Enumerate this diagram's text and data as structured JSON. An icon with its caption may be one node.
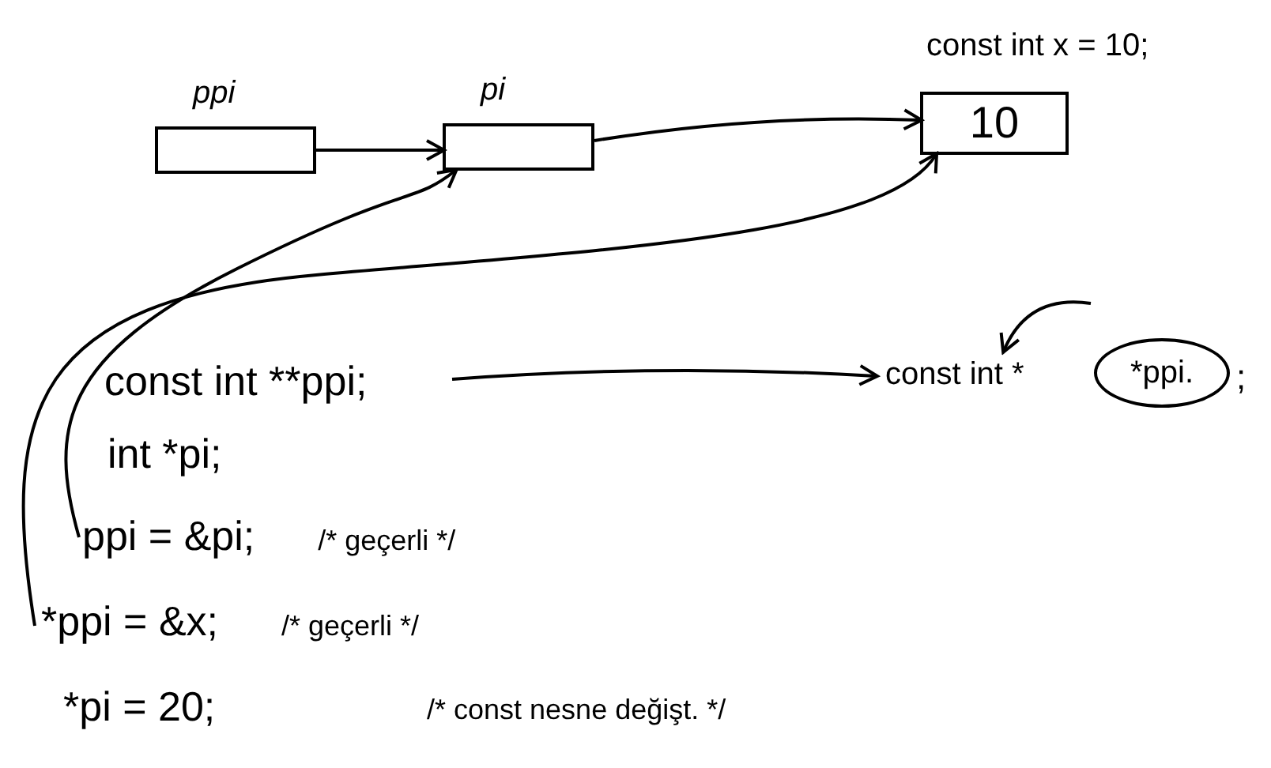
{
  "diagram": {
    "nodes": [
      {
        "text": [
          "ppi"
        ]
      },
      {
        "text": [
          "pi"
        ]
      },
      {
        "text": [
          "10"
        ],
        "beside": [
          "const int x = 10;"
        ]
      },
      {
        "text": [
          "const int **ppi;"
        ]
      },
      {
        "text": [
          "const int *"
        ]
      },
      {
        "text": [
          "*ppi."
        ],
        "beside": [
          ";"
        ]
      },
      {
        "text": [
          "ppi = &pi;",
          "/* geçerli */"
        ]
      },
      {
        "text": [
          "*ppi = &x;",
          "/* geçerli */"
        ]
      }
    ],
    "edges": [
      {
        "from": 0,
        "to": 1,
        "arrow": "to"
      },
      {
        "from": 1,
        "to": 2,
        "arrow": "to"
      },
      {
        "from": 6,
        "to": 1,
        "arrow": "to"
      },
      {
        "from": 7,
        "to": 2,
        "arrow": "to"
      },
      {
        "from": 3,
        "to": 4,
        "arrow": "to"
      },
      {
        "from": null,
        "to": 4,
        "arrow": "to"
      }
    ],
    "labels": [
      "int *pi;",
      "*pi = 20;",
      "/* const nesne değişt. */"
    ]
  }
}
